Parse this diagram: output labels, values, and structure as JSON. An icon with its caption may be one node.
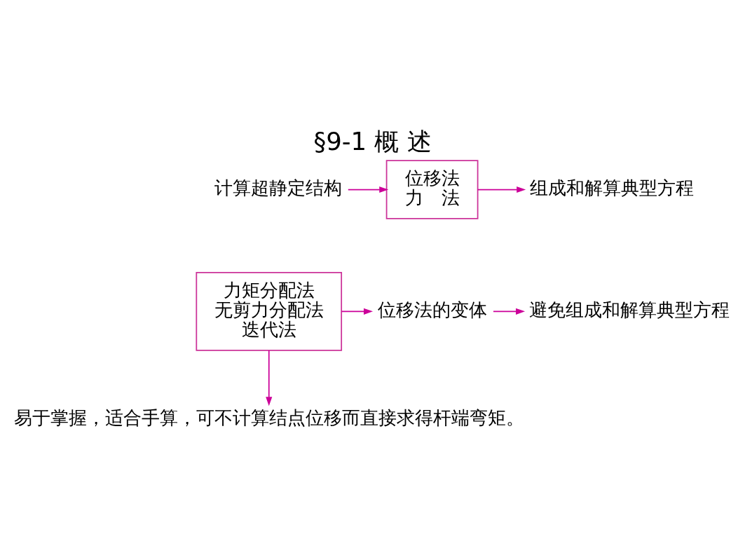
{
  "diagram": {
    "title": "§9-1 概 述",
    "nodes": [
      {
        "text": [
          "计算超静定结构"
        ]
      },
      {
        "text": [
          "位移法",
          "力　法"
        ]
      },
      {
        "text": [
          "组成和解算典型方程"
        ]
      },
      {
        "text": [
          "力矩分配法",
          "无剪力分配法",
          "迭代法"
        ]
      },
      {
        "text": [
          "位移法的变体"
        ]
      },
      {
        "text": [
          "避免组成和解算典型方程"
        ]
      },
      {
        "text": [
          "易于掌握，适合手算，可不计算结点位移而直接求得杆端弯矩。"
        ]
      }
    ],
    "edges": [
      {
        "from": 0,
        "to": 1,
        "arrow": "to"
      },
      {
        "from": 1,
        "to": 2,
        "arrow": "to"
      },
      {
        "from": 3,
        "to": 4,
        "arrow": "to"
      },
      {
        "from": 4,
        "to": 5,
        "arrow": "to"
      },
      {
        "from": 3,
        "to": 6,
        "arrow": "to"
      }
    ]
  }
}
